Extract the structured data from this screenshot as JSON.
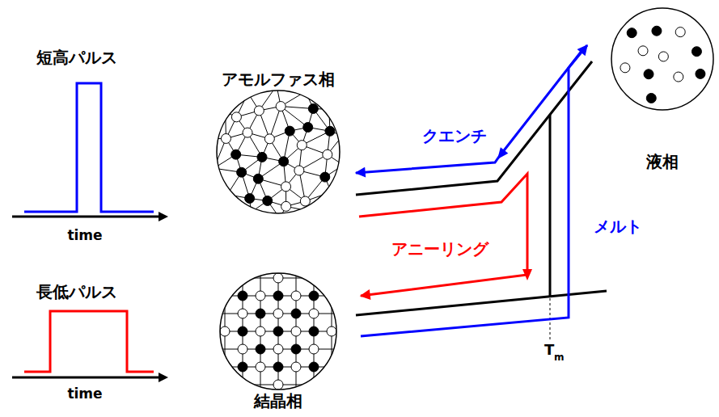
{
  "diagram": {
    "nodes": [
      {
        "text": [
          "アモルファス相"
        ]
      },
      {
        "text": [
          "液相"
        ]
      },
      {
        "text": [
          "結晶相"
        ]
      }
    ],
    "edges": [
      {
        "from": 1,
        "to": 0,
        "arrow": "to",
        "label": "クエンチ"
      },
      {
        "from": 0,
        "to": 2,
        "arrow": "to",
        "label": "アニーリング"
      },
      {
        "from": 2,
        "to": 1,
        "arrow": "to",
        "label": "メルト"
      }
    ],
    "labels": [
      "短高パルス",
      "time",
      "長低パルス",
      "time",
      "T",
      "m"
    ]
  }
}
